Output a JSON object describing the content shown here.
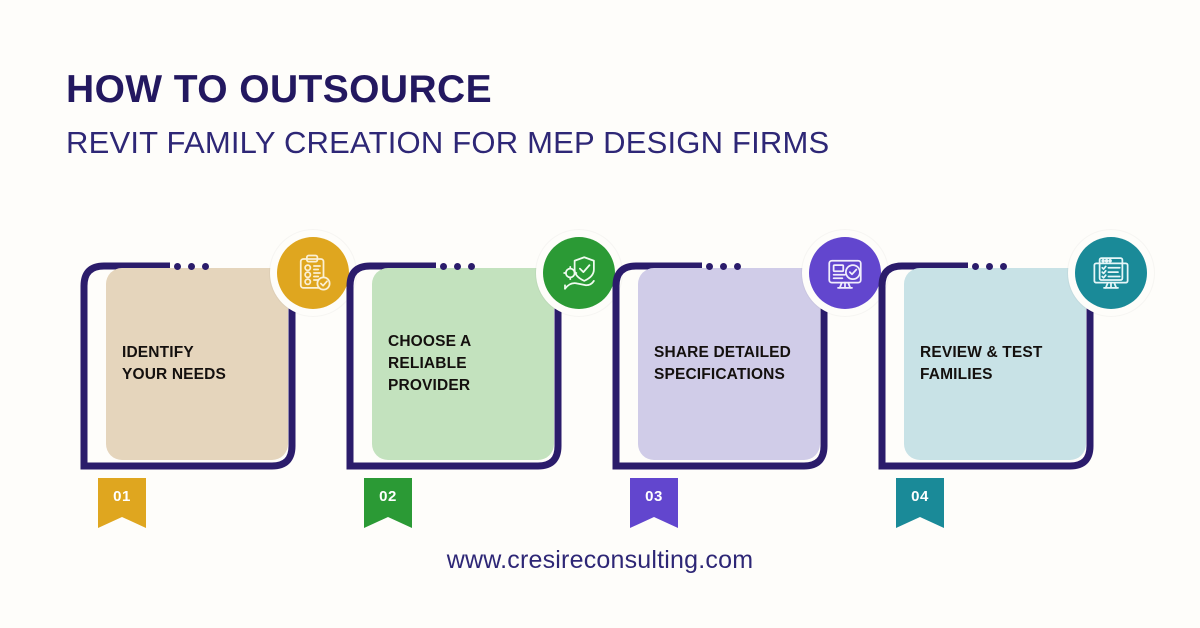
{
  "header": {
    "title_main": "HOW TO OUTSOURCE",
    "title_sub": "REVIT FAMILY CREATION FOR MEP DESIGN FIRMS",
    "title_color": "#231860"
  },
  "steps": [
    {
      "number": "01",
      "label": "IDENTIFY\nYOUR NEEDS",
      "icon": "clipboard-checklist-icon",
      "accent_color": "#DFA61F",
      "card_color": "#E5D5BC",
      "ribbon_color": "#DFA61F"
    },
    {
      "number": "02",
      "label": "CHOOSE A\nRELIABLE\nPROVIDER",
      "icon": "shield-hand-gear-icon",
      "accent_color": "#2B9A35",
      "card_color": "#C3E2BE",
      "ribbon_color": "#2B9A35"
    },
    {
      "number": "03",
      "label": "SHARE DETAILED\nSPECIFICATIONS",
      "icon": "monitor-check-icon",
      "accent_color": "#6246CE",
      "card_color": "#D0CCE8",
      "ribbon_color": "#6246CE"
    },
    {
      "number": "04",
      "label": "REVIEW & TEST\nFAMILIES",
      "icon": "monitor-checklist-icon",
      "accent_color": "#1A8A98",
      "card_color": "#C8E2E6",
      "ribbon_color": "#1A8A98"
    }
  ],
  "frame": {
    "stroke_color": "#2B1C6B",
    "dot_color": "#2B1C6B",
    "arrow_name": "flow-arrow-right"
  },
  "footer": {
    "url": "www.cresireconsulting.com",
    "color": "#2E2776"
  },
  "background_color": "#FEFDFA"
}
